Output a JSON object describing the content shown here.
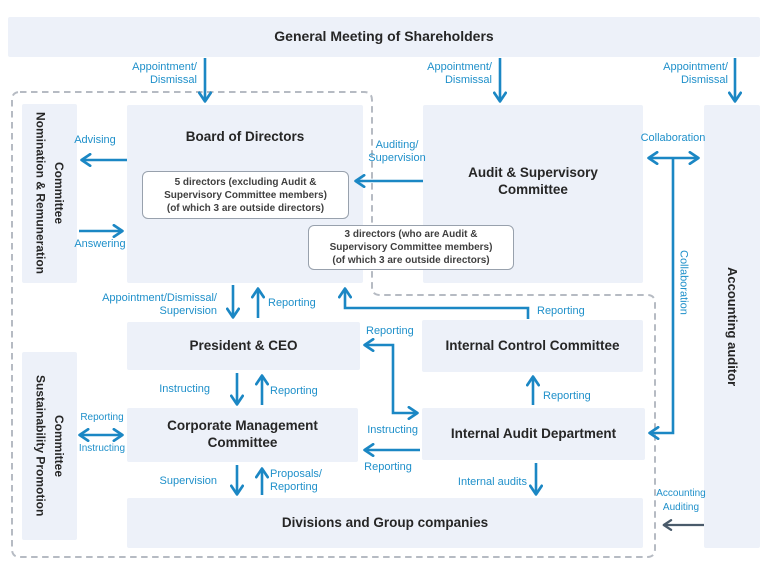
{
  "colors": {
    "arrow_blue": "#1b87c4",
    "label_blue": "#1f90ca",
    "dark_arrow": "#4a5b6b",
    "box_fill": "#edf1f9",
    "dashed_border": "#b6bbc3",
    "box_text": "#262626"
  },
  "nodes": {
    "general_meeting": "General Meeting of Shareholders",
    "nomination_remuneration": "Nomination & Remuneration\nCommittee",
    "board_of_directors": "Board of Directors",
    "board_note": "5 directors (excluding Audit &\nSupervisory Committee members)\n(of which 3 are outside directors)",
    "audit_supervisory": "Audit & Supervisory\nCommittee",
    "audit_note": "3 directors (who are Audit &\nSupervisory Committee members)\n(of which 3 are outside directors)",
    "accounting_auditor": "Accounting auditor",
    "president_ceo": "President & CEO",
    "internal_control": "Internal Control Committee",
    "sustainability_promotion": "Sustainability Promotion\nCommittee",
    "corporate_management": "Corporate Management\nCommittee",
    "internal_audit": "Internal Audit Department",
    "divisions": "Divisions and Group companies"
  },
  "edge_labels": {
    "appointment_dismissal": "Appointment/\nDismissal",
    "advising": "Advising",
    "answering": "Answering",
    "auditing_supervision": "Auditing/\nSupervision",
    "appointment_dismissal_supervision": "Appointment/Dismissal/\nSupervision",
    "reporting": "Reporting",
    "instructing": "Instructing",
    "collaboration": "Collaboration",
    "supervision": "Supervision",
    "proposals_reporting": "Proposals/\nReporting",
    "internal_audits": "Internal audits",
    "accounting_auditing": "Accounting\nAuditing"
  }
}
